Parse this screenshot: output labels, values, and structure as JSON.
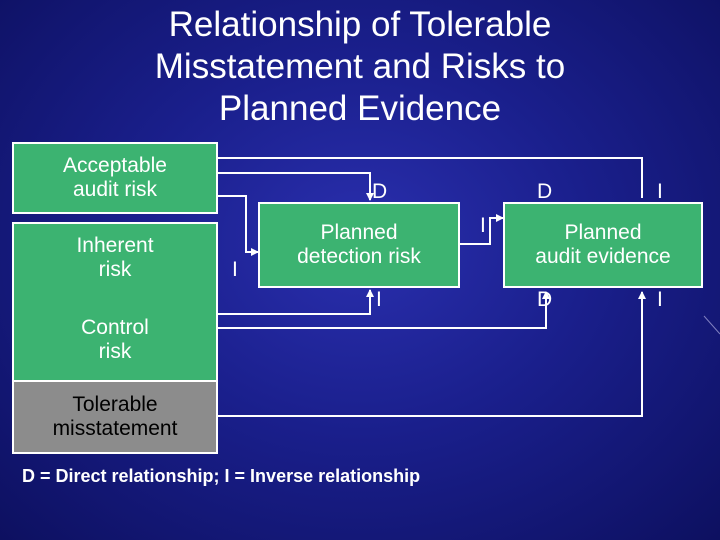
{
  "title": {
    "line1": "Relationship of Tolerable",
    "line2": "Misstatement and Risks to",
    "line3": "Planned Evidence"
  },
  "nodes": {
    "acceptable_audit_risk": "Acceptable\naudit risk",
    "inherent_risk": "Inherent\nrisk",
    "control_risk": "Control\nrisk",
    "tolerable_misstatement": "Tolerable\nmisstatement",
    "planned_detection_risk": "Planned\ndetection risk",
    "planned_audit_evidence": "Planned\naudit evidence"
  },
  "relations": {
    "acceptable_to_detection": "D",
    "inherent_control_to_detection": "I",
    "control_to_detection": "I",
    "detection_to_evidence": "I",
    "acceptable_to_evidence": "D",
    "inherent_to_evidence": "I",
    "control_to_evidence": "D",
    "tolerable_to_evidence": "I"
  },
  "legend": "D = Direct relationship; I = Inverse relationship",
  "colors": {
    "background": "#1a1f8c",
    "node_green": "#3cb371",
    "node_gray": "#8c8c8c",
    "line": "#ffffff"
  }
}
